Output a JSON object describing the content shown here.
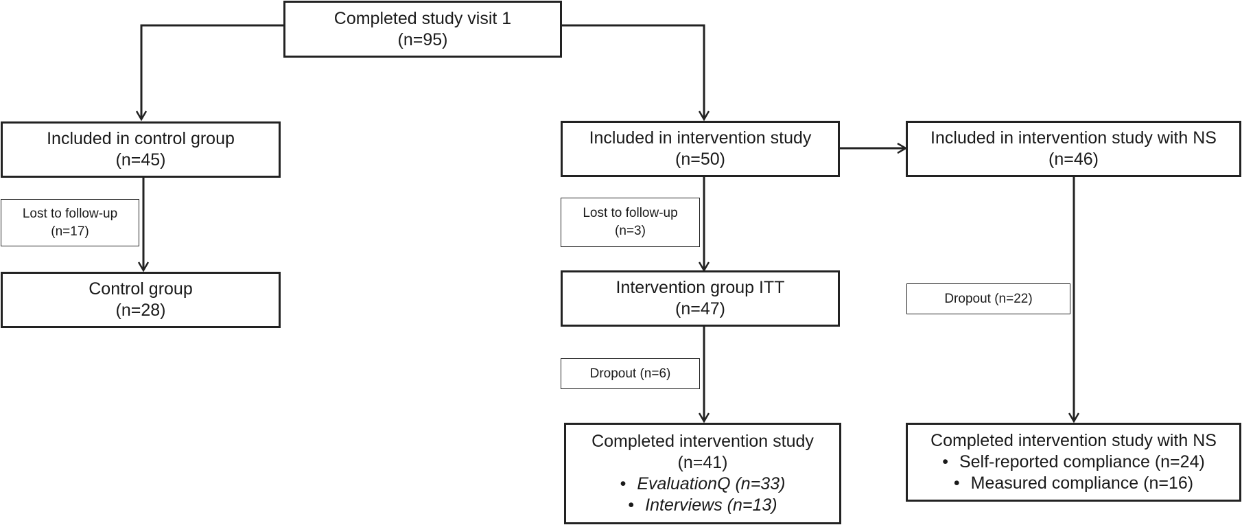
{
  "nodes": {
    "visit1": {
      "title": "Completed study visit 1",
      "n": "(n=95)"
    },
    "control_included": {
      "title": "Included in control group",
      "n": "(n=45)"
    },
    "control_lost": {
      "title": "Lost to follow-up",
      "n": "(n=17)"
    },
    "control_final": {
      "title": "Control group",
      "n": "(n=28)"
    },
    "intervention_included": {
      "title": "Included in intervention study",
      "n": "(n=50)"
    },
    "intervention_lost": {
      "title": "Lost to follow-up",
      "n": "(n=3)"
    },
    "intervention_itt": {
      "title": "Intervention group ITT",
      "n": "(n=47)"
    },
    "intervention_dropout": {
      "label": "Dropout (n=6)"
    },
    "intervention_completed": {
      "title": "Completed intervention study",
      "n": "(n=41)",
      "bullets": [
        "EvaluationQ (n=33)",
        "Interviews (n=13)"
      ]
    },
    "ns_included": {
      "title": "Included in intervention study with NS",
      "n": "(n=46)"
    },
    "ns_dropout": {
      "label": "Dropout (n=22)"
    },
    "ns_completed": {
      "title": "Completed intervention study with NS",
      "bullets": [
        "Self-reported compliance (n=24)",
        "Measured compliance (n=16)"
      ]
    }
  }
}
